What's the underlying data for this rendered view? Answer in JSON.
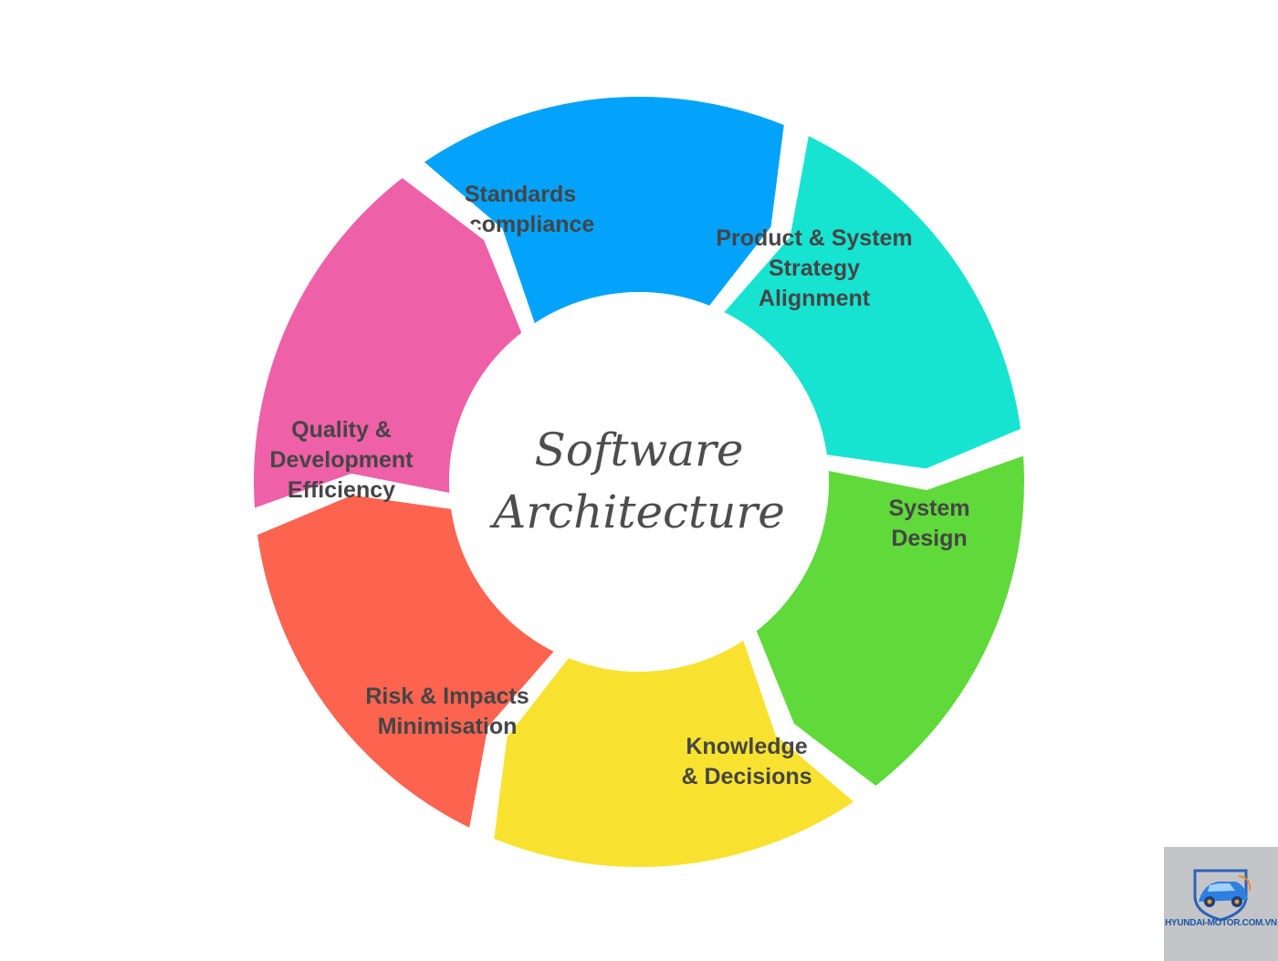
{
  "diagram": {
    "center_title": [
      "Software",
      "Architecture"
    ],
    "segments": [
      {
        "id": "standards",
        "lines": [
          "Standards",
          "& compliance"
        ],
        "color": "#03a3fb"
      },
      {
        "id": "strategy",
        "lines": [
          "Product & System",
          "Strategy",
          "Alignment"
        ],
        "color": "#16e4d1"
      },
      {
        "id": "design",
        "lines": [
          "System",
          "Design"
        ],
        "color": "#60d93b"
      },
      {
        "id": "knowledge",
        "lines": [
          "Knowledge",
          "& Decisions"
        ],
        "color": "#f8e22f"
      },
      {
        "id": "risk",
        "lines": [
          "Risk & Impacts",
          "Minimisation"
        ],
        "color": "#fd6450"
      },
      {
        "id": "quality",
        "lines": [
          "Quality &",
          "Development",
          "Efficiency"
        ],
        "color": "#ee60a7"
      }
    ]
  },
  "watermark": {
    "text": "HYUNDAI-MOTOR.COM.VN"
  }
}
